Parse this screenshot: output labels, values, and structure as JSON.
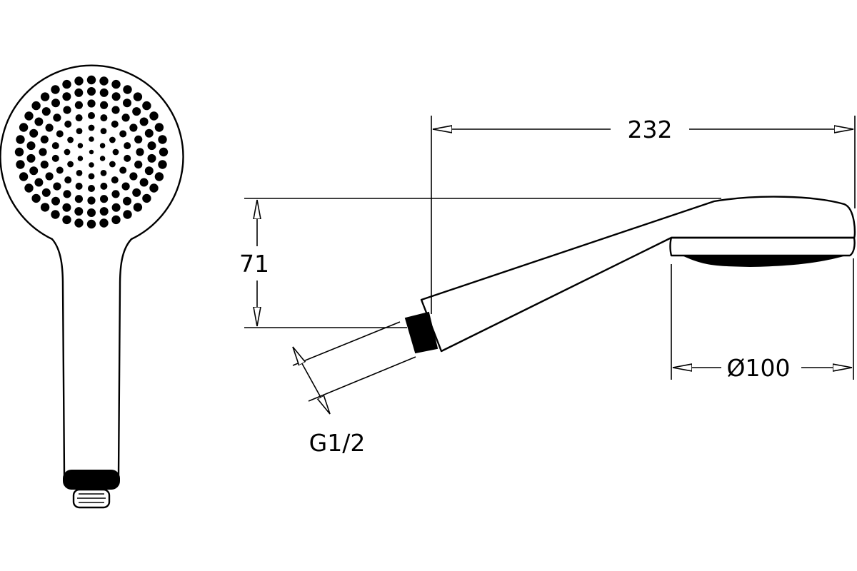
{
  "drawing": {
    "dimensions": {
      "overall_length": "232",
      "height": "71",
      "head_diameter": "Ø100",
      "thread": "G1/2"
    },
    "line_color": "#000000",
    "background_color": "#ffffff"
  }
}
